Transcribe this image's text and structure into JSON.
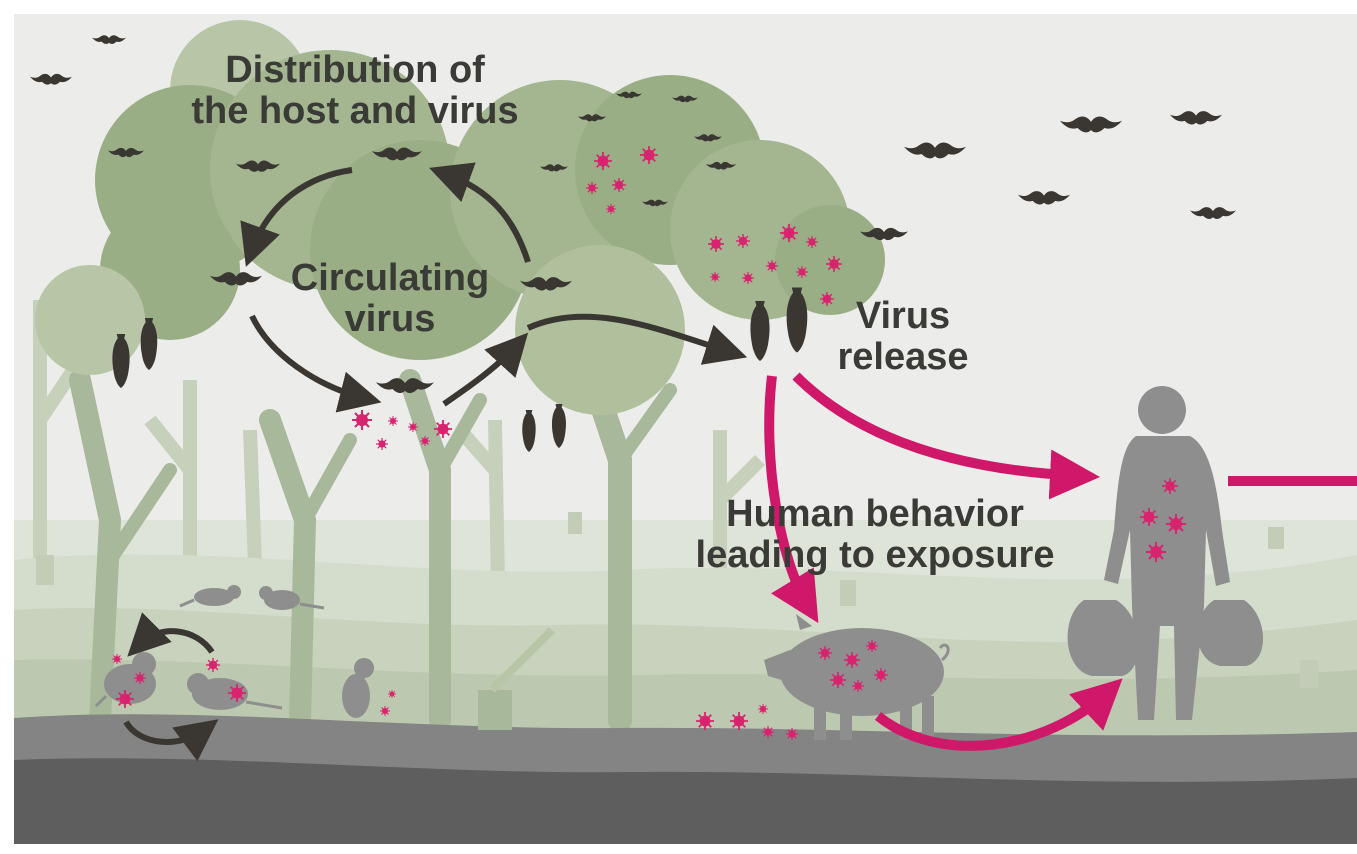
{
  "labels": {
    "distribution": {
      "line1": "Distribution of",
      "line2": "the host and virus"
    },
    "circulating": {
      "line1": "Circulating",
      "line2": "virus"
    },
    "release": {
      "line1": "Virus",
      "line2": "release"
    },
    "human": {
      "line1": "Human behavior",
      "line2": "leading to exposure"
    }
  },
  "colors": {
    "sky": "#ececeb",
    "canopy": "#9aae86",
    "canopy_light": "#b8c6a7",
    "trunk": "#a8b89a",
    "hills": "#c9d2c1",
    "ground_top": "#848484",
    "ground_bottom": "#5e5e5e",
    "bat": "#3a3632",
    "arrow_dark": "#3a3632",
    "arrow_virus": "#d0186a",
    "virus": "#d8246f",
    "figure_grey": "#8e8e8e"
  },
  "icons": [
    "bat-icon",
    "rodent-icon",
    "pig-icon",
    "human-icon",
    "virus-particle-icon",
    "tree-stump-icon",
    "axe-icon"
  ]
}
